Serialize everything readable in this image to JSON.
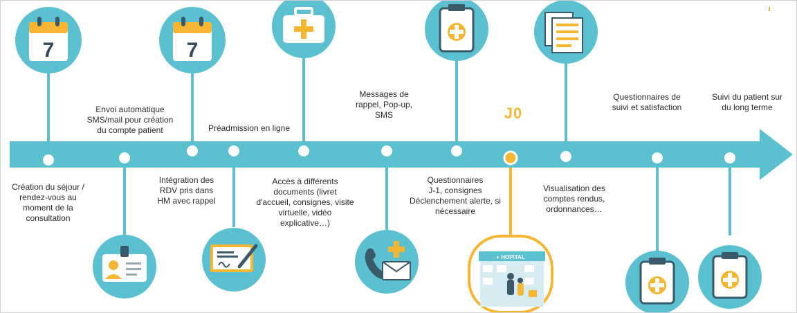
{
  "colors": {
    "teal": "#5bc0cf",
    "teal_dark": "#3aa5b6",
    "yellow": "#f5b731",
    "white": "#ffffff",
    "text": "#2a2a2a"
  },
  "milestone": {
    "label": "J0"
  },
  "labels_above": {
    "envoi": [
      "Envoi automatique",
      "SMS/mail pour création",
      "du compte patient"
    ],
    "preadmission": [
      "Préadmission en ligne"
    ],
    "messages": [
      "Messages de",
      "rappel, Pop-up,",
      "SMS"
    ],
    "questionnaires_suivi": [
      "Questionnaires de",
      "suivi et satisfaction"
    ],
    "suivi": [
      "Suivi du patient sur",
      "du long terme"
    ]
  },
  "labels_below": {
    "creation": [
      "Création du séjour /",
      "rendez-vous au",
      "moment de la",
      "consultation"
    ],
    "integration": [
      "Intégration des",
      "RDV pris dans",
      "HM avec rappel"
    ],
    "acces": [
      "Accès à différents",
      "documents (livret",
      "d'accueil, consignes, visite",
      "virtuelle, vidéo",
      "explicative…)"
    ],
    "questionnaires_j1": [
      "Questionnaires",
      "J-1, consignes",
      "Déclenchement alerte, si",
      "nécessaire"
    ],
    "visualisation": [
      "Visualisation des",
      "comptes rendus,",
      "ordonnances…"
    ]
  },
  "icons": {
    "calendar_1": {
      "icon": "calendar-icon",
      "day": "7"
    },
    "calendar_2": {
      "icon": "calendar-icon",
      "day": "7"
    },
    "medical_kit": {
      "icon": "medical-kit-icon"
    },
    "clipboard_top": {
      "icon": "clipboard-cross-icon"
    },
    "documents": {
      "icon": "documents-icon"
    },
    "id_card": {
      "icon": "id-card-icon"
    },
    "signature": {
      "icon": "signature-icon"
    },
    "phone_mail": {
      "icon": "phone-mail-icon"
    },
    "hospital": {
      "icon": "hospital-icon",
      "sign": "+ HOPITAL"
    },
    "clipboard_bottom_1": {
      "icon": "clipboard-cross-icon"
    },
    "clipboard_bottom_2": {
      "icon": "clipboard-cross-icon"
    }
  }
}
